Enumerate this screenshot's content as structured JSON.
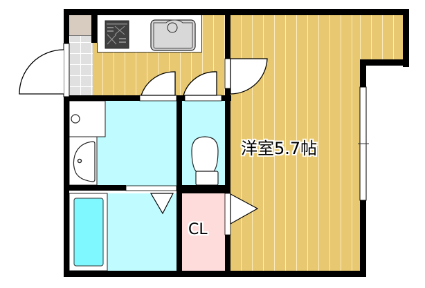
{
  "plan": {
    "rooms": [
      {
        "id": "western-room",
        "label": "洋室5.7帖",
        "type": "bedroom",
        "size_jo": 5.7
      },
      {
        "id": "closet",
        "label": "CL",
        "type": "closet"
      },
      {
        "id": "kitchen",
        "label": "",
        "type": "kitchen"
      },
      {
        "id": "washroom",
        "label": "",
        "type": "washroom"
      },
      {
        "id": "toilet",
        "label": "",
        "type": "toilet"
      },
      {
        "id": "bathroom",
        "label": "",
        "type": "bathroom"
      },
      {
        "id": "entrance",
        "label": "",
        "type": "entrance"
      }
    ],
    "fixtures": [
      "stove-icon",
      "sink-icon",
      "washbasin-icon",
      "washing-machine-drain-icon",
      "toilet-icon",
      "bathtub-icon"
    ],
    "colors": {
      "wall": "#000000",
      "wood_floor": "#e8c870",
      "wet_area": "#c0fcff",
      "bathtub": "#80f8ff",
      "closet": "#ffdcdc",
      "entrance_tile": "#e0e0e0",
      "shoe_box": "#d8ccc0",
      "counter": "#ffffff",
      "stove": "#404040",
      "sink": "#d8d8d8"
    }
  }
}
